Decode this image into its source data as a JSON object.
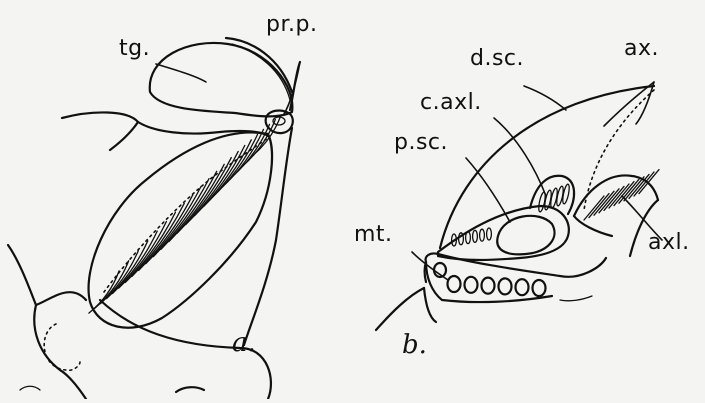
{
  "figure_a": {
    "panel": "a.",
    "labels": {
      "tg": "tg.",
      "prp": "pr.p."
    }
  },
  "figure_b": {
    "panel": "b.",
    "labels": {
      "dsc": "d.sc.",
      "ax": "ax.",
      "caxl": "c.axl.",
      "psc": "p.sc.",
      "mt": "mt.",
      "axl": "axl."
    }
  }
}
